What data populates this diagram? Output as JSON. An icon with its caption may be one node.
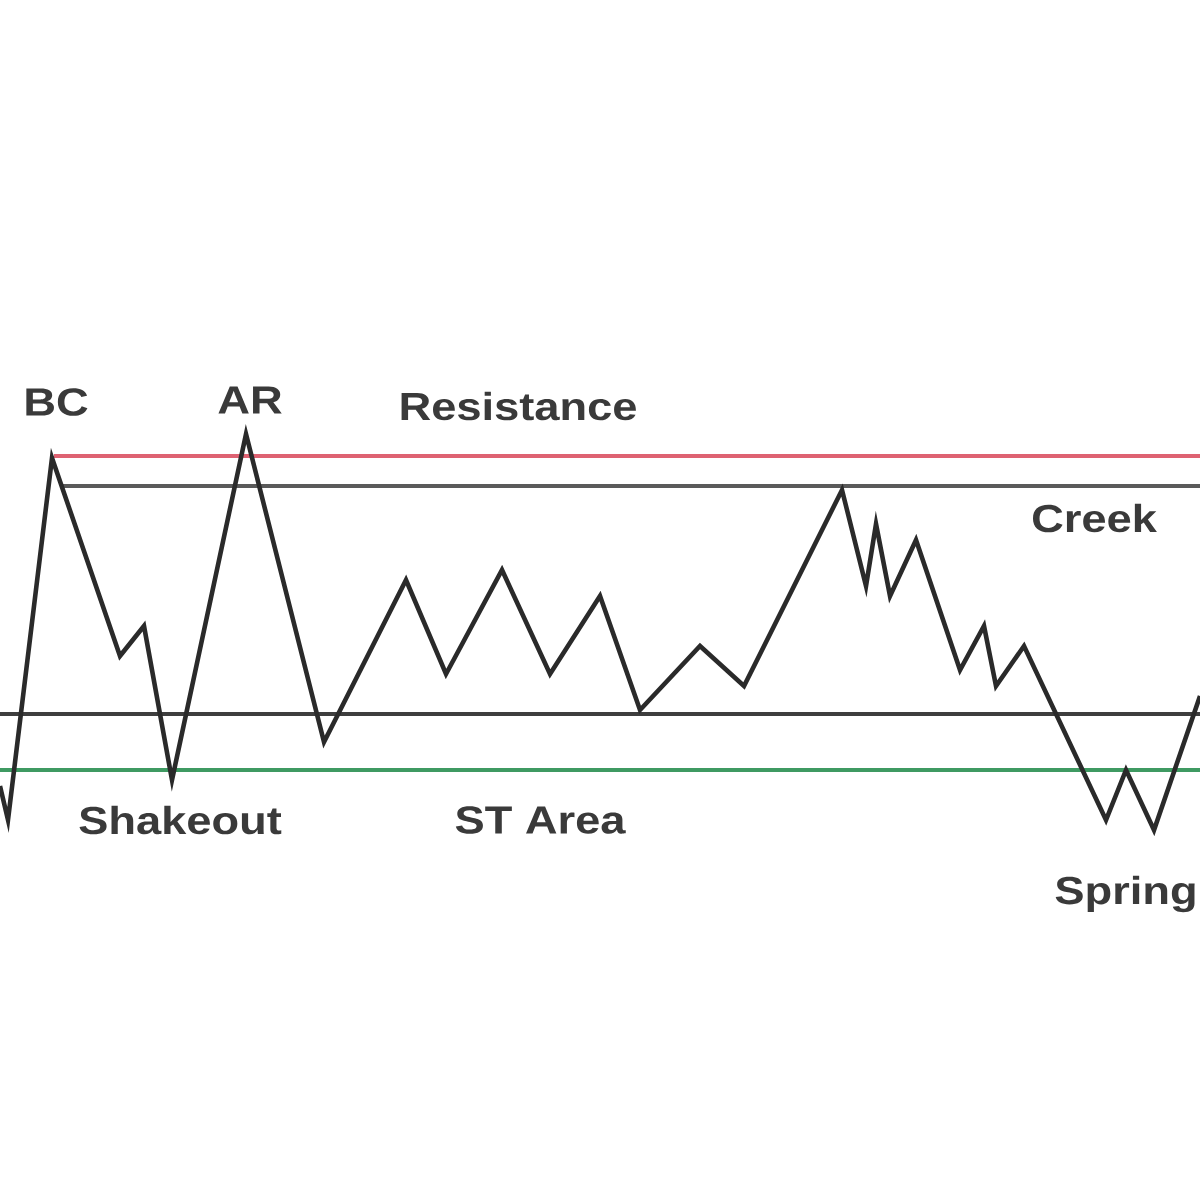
{
  "diagram": {
    "labels": [
      "BC",
      "AR",
      "Resistance",
      "Creek",
      "Shakeout",
      "ST Area",
      "Spring"
    ]
  }
}
